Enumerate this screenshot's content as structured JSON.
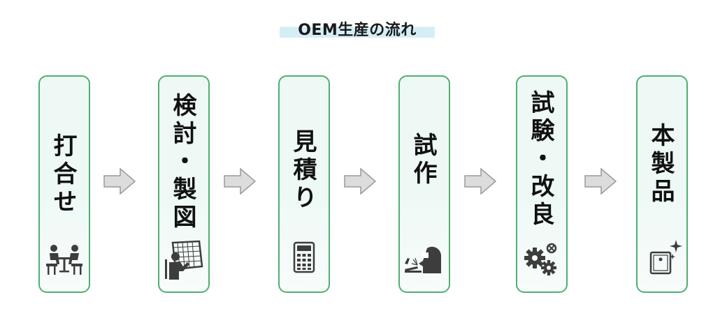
{
  "title": "OEM生産の流れ",
  "steps": [
    {
      "label": "打合せ",
      "icon": "meeting-icon"
    },
    {
      "label": "検討・製図",
      "icon": "drafting-icon"
    },
    {
      "label": "見積り",
      "icon": "calculator-icon"
    },
    {
      "label": "試作",
      "icon": "welding-icon"
    },
    {
      "label": "試験・改良",
      "icon": "gears-icon"
    },
    {
      "label": "本製品",
      "icon": "product-box-icon"
    }
  ],
  "colors": {
    "box_border": "#4fb06d",
    "box_fill": "#eef9f6",
    "title_highlight": "#d5eef6",
    "arrow_fill": "#dcdcdc",
    "arrow_stroke": "#9a9a9a",
    "icon": "#3d3d3d"
  }
}
